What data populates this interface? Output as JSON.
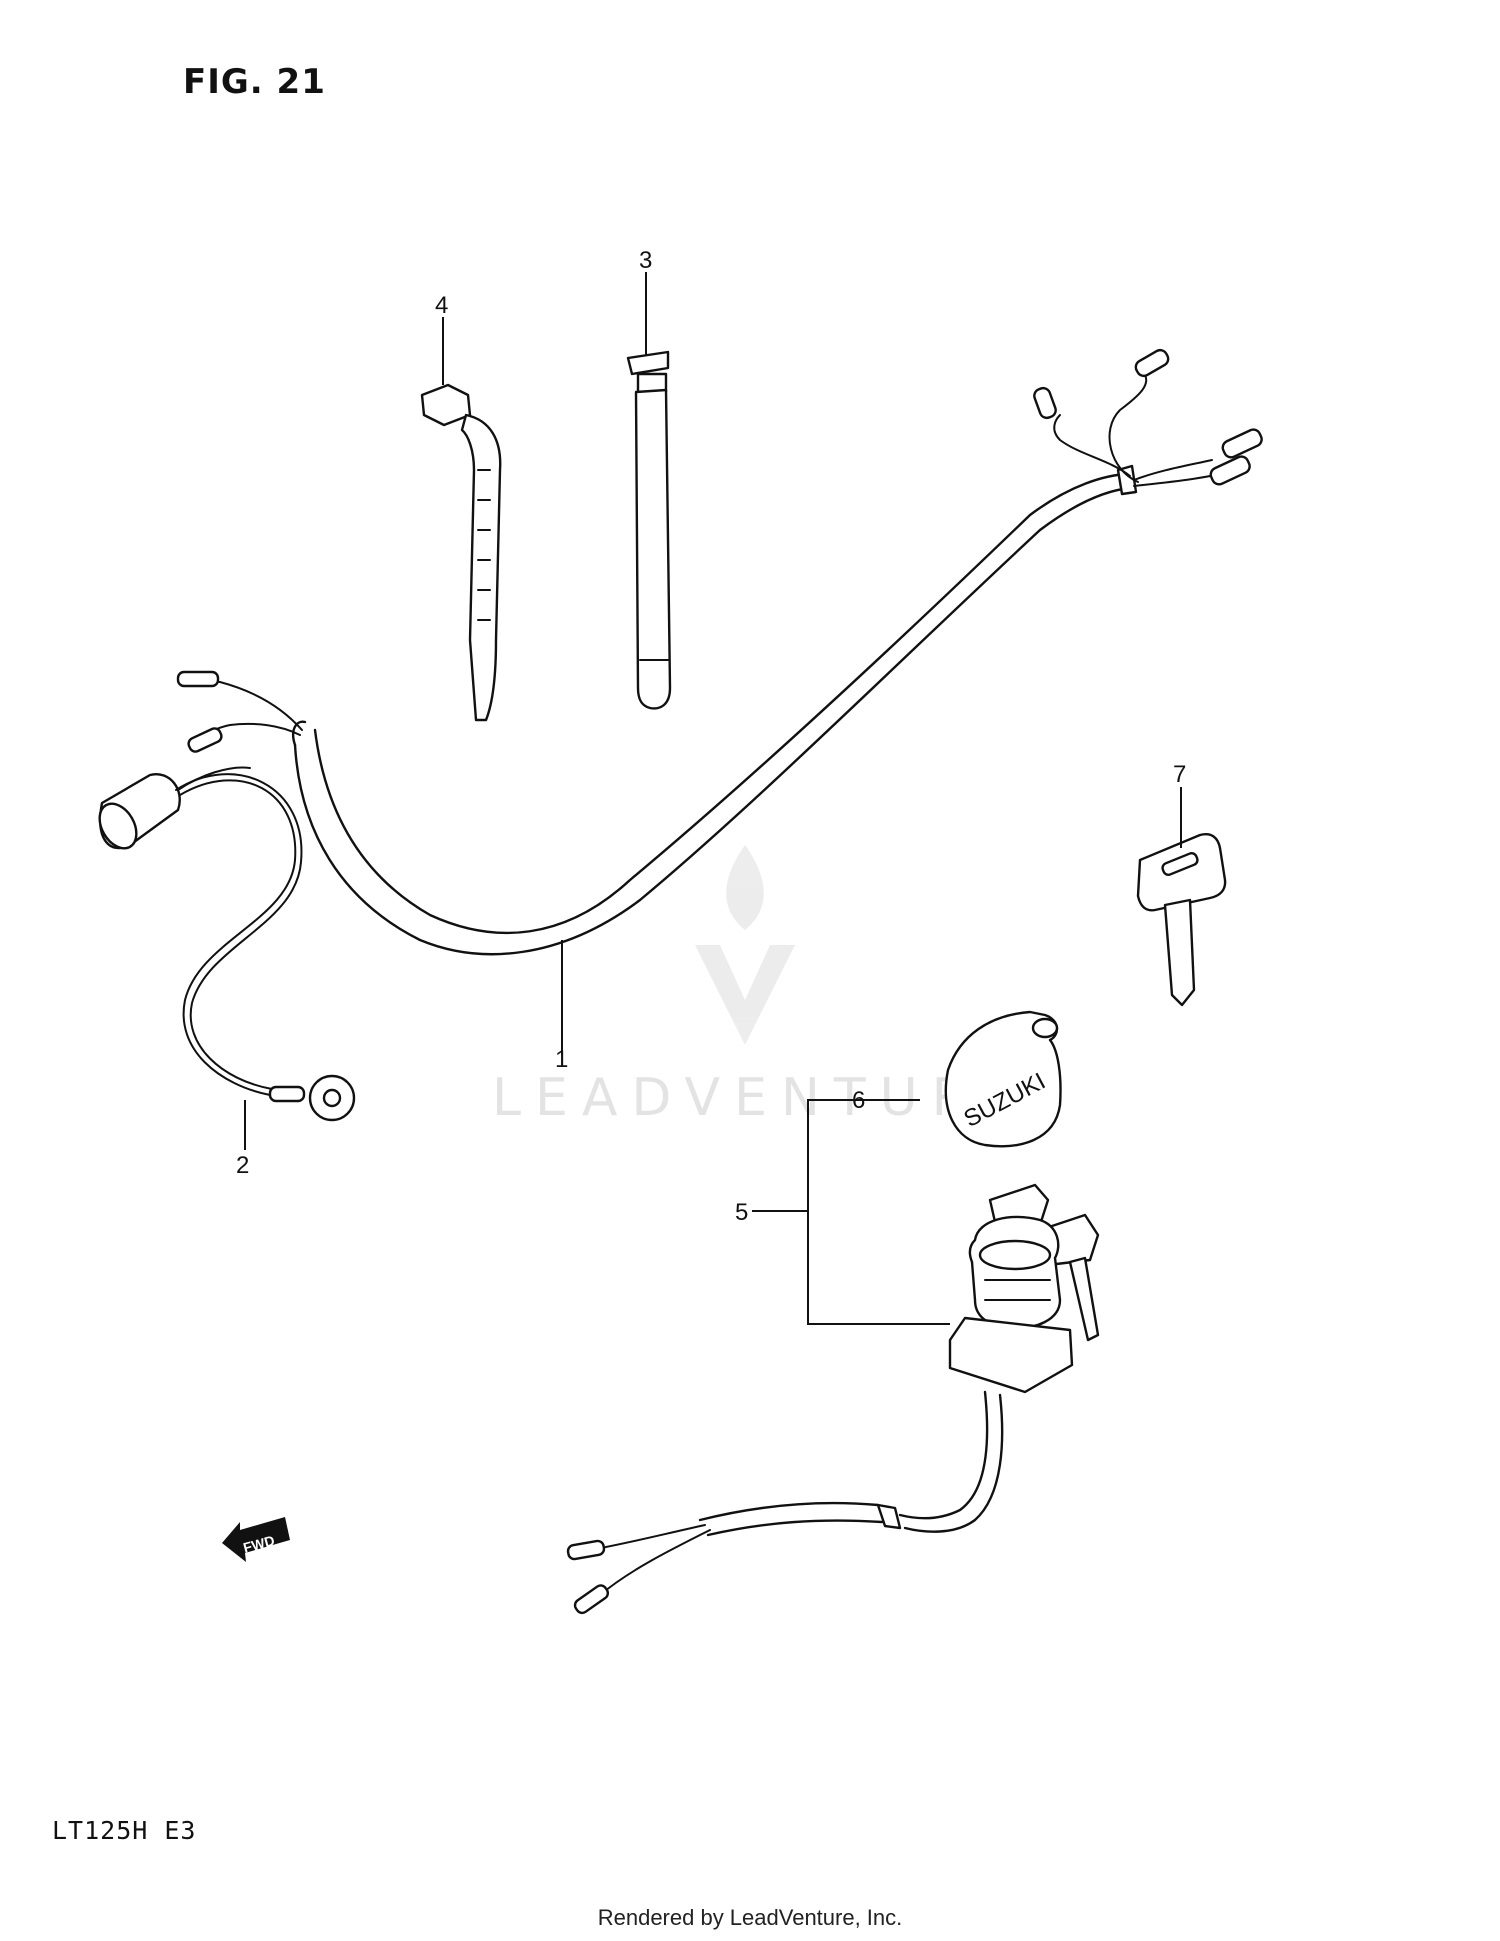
{
  "figure": {
    "title": "FIG. 21",
    "model": "LT125H  E3"
  },
  "watermark": {
    "text": "LEADVENTURE"
  },
  "footer": {
    "credit": "Rendered by LeadVenture, Inc."
  },
  "callouts": [
    {
      "id": "1",
      "label": "1"
    },
    {
      "id": "2",
      "label": "2"
    },
    {
      "id": "3",
      "label": "3"
    },
    {
      "id": "4",
      "label": "4"
    },
    {
      "id": "5",
      "label": "5"
    },
    {
      "id": "6",
      "label": "6"
    },
    {
      "id": "7",
      "label": "7"
    }
  ],
  "cap_lettering": "SUZUKI",
  "fwd_arrow": {
    "label": "FWD",
    "icon": "fwd-arrow-icon"
  }
}
